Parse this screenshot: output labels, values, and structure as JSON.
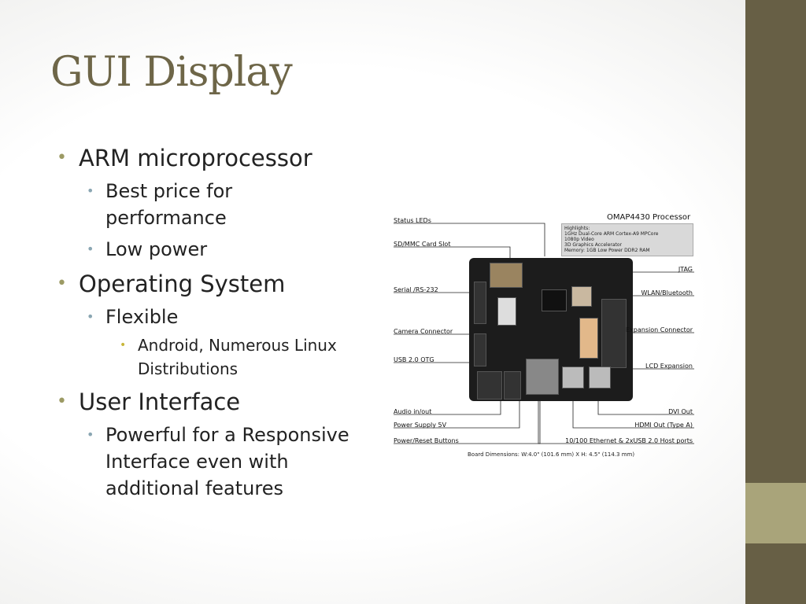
{
  "slide": {
    "title": "GUI Display",
    "bullets": [
      {
        "level": 1,
        "text": "ARM microprocessor"
      },
      {
        "level": 2,
        "text": "Best price for performance"
      },
      {
        "level": 2,
        "text": "Low power"
      },
      {
        "level": 1,
        "text": "Operating System"
      },
      {
        "level": 2,
        "text": "Flexible"
      },
      {
        "level": 3,
        "text": "Android, Numerous Linux Distributions"
      },
      {
        "level": 1,
        "text": "User Interface"
      },
      {
        "level": 2,
        "text": "Powerful for a Responsive Interface even with additional features"
      }
    ]
  },
  "figure": {
    "title": "OMAP4430 Processor",
    "highlights": [
      "Highlights:",
      "1GHz Dual-Core ARM Cortex-A9 MPCore",
      "1080p Video",
      "3D Graphics Accelerator",
      "Memory: 1GB Low Power DDR2 RAM"
    ],
    "left_labels": [
      "Status LEDs",
      "SD/MMC Card Slot",
      "Serial /RS-232",
      "Camera Connector",
      "USB 2.0 OTG",
      "Audio in/out",
      "Power Supply 5V",
      "Power/Reset Buttons"
    ],
    "right_labels": [
      "JTAG",
      "WLAN/Bluetooth",
      "Expansion Connector",
      "LCD Expansion",
      "DVI Out",
      "HDMI Out (Type A)",
      "10/100 Ethernet & 2xUSB 2.0 Host ports"
    ],
    "dimensions": "Board Dimensions: W:4.0\" (101.6 mm) X H: 4.5\" (114.3 mm)"
  },
  "colors": {
    "sidebar": "#675f45",
    "sidebar_accent": "#a9a47a",
    "title": "#6e6648"
  }
}
